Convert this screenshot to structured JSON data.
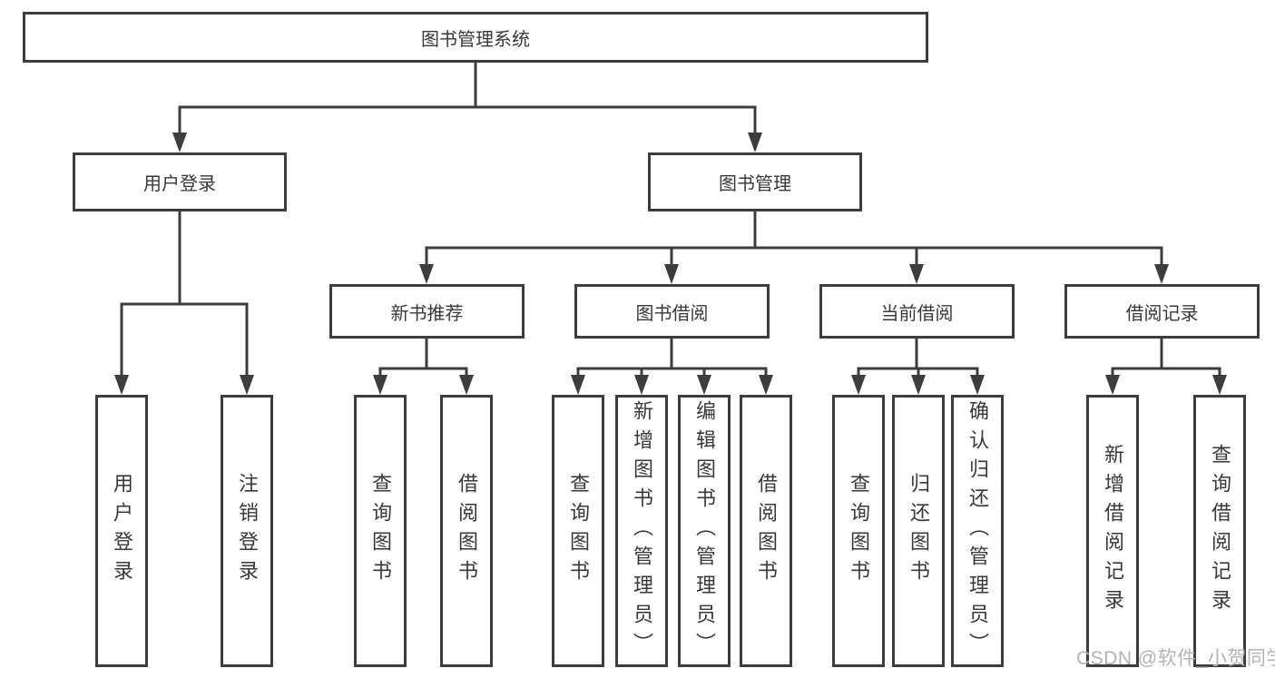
{
  "diagram": {
    "type": "org-tree",
    "root": {
      "label": "图书管理系统",
      "children": [
        {
          "label": "用户登录",
          "children": [
            {
              "label": "用户登录"
            },
            {
              "label": "注销登录"
            }
          ]
        },
        {
          "label": "图书管理",
          "children": [
            {
              "label": "新书推荐",
              "children": [
                {
                  "label": "查询图书"
                },
                {
                  "label": "借阅图书"
                }
              ]
            },
            {
              "label": "图书借阅",
              "children": [
                {
                  "label": "查询图书"
                },
                {
                  "label": "新增图书（管理员）"
                },
                {
                  "label": "编辑图书（管理员）"
                },
                {
                  "label": "借阅图书"
                }
              ]
            },
            {
              "label": "当前借阅",
              "children": [
                {
                  "label": "查询图书"
                },
                {
                  "label": "归还图书"
                },
                {
                  "label": "确认归还（管理员）"
                }
              ]
            },
            {
              "label": "借阅记录",
              "children": [
                {
                  "label": "新增借阅记录"
                },
                {
                  "label": "查询借阅记录"
                }
              ]
            }
          ]
        }
      ]
    }
  },
  "watermark": {
    "text": "CSDN @软件_小贺同学"
  },
  "colors": {
    "line": "#3d3d3d",
    "text": "#383838",
    "watermark": "#b3b3b3",
    "bg": "#ffffff",
    "boxbg": "#ffffff"
  }
}
